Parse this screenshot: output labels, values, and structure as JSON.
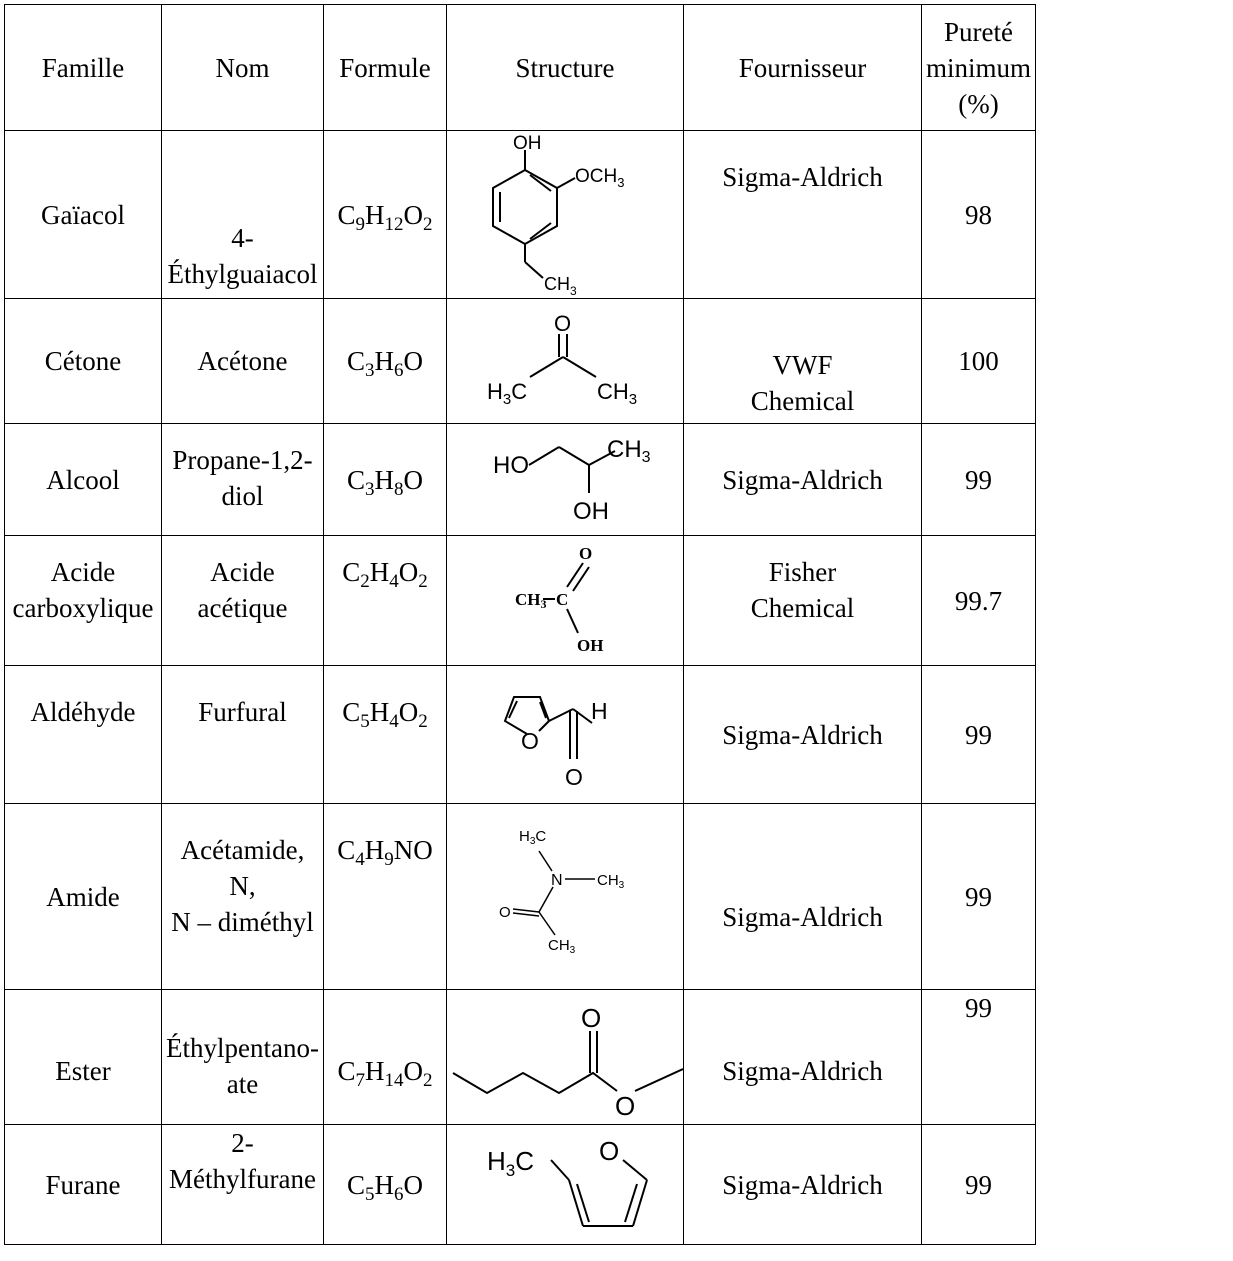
{
  "headers": {
    "famille": "Famille",
    "nom": "Nom",
    "formule": "Formule",
    "structure": "Structure",
    "fournisseur": "Fournisseur",
    "purete_1": "Pureté",
    "purete_2": "minimum",
    "purete_3": "(%)"
  },
  "rows": [
    {
      "famille": [
        "Gaïacol"
      ],
      "nom": [
        "4-",
        "Éthylguaiacol"
      ],
      "formule": [
        [
          "C",
          "9"
        ],
        [
          "H",
          "12"
        ],
        [
          "O",
          "2"
        ]
      ],
      "structure_labels": [
        "OH",
        "OCH",
        "3",
        "CH",
        "3"
      ],
      "fournisseur": [
        "Sigma-Aldrich"
      ],
      "purete": "98"
    },
    {
      "famille": [
        "Cétone"
      ],
      "nom": [
        "Acétone"
      ],
      "formule": [
        [
          "C",
          "3"
        ],
        [
          "H",
          "6"
        ],
        [
          "O",
          ""
        ]
      ],
      "structure_labels": [
        "O",
        "H",
        "3",
        "C",
        "CH",
        "3"
      ],
      "fournisseur": [
        "VWF",
        "Chemical"
      ],
      "purete": "100"
    },
    {
      "famille": [
        "Alcool"
      ],
      "nom": [
        "Propane-1,2-",
        "diol"
      ],
      "formule": [
        [
          "C",
          "3"
        ],
        [
          "H",
          "8"
        ],
        [
          "O",
          ""
        ]
      ],
      "structure_labels": [
        "HO",
        "CH",
        "3",
        "OH"
      ],
      "fournisseur": [
        "Sigma-Aldrich"
      ],
      "purete": "99"
    },
    {
      "famille": [
        "Acide",
        "carboxylique"
      ],
      "nom": [
        "Acide",
        "acétique"
      ],
      "formule": [
        [
          "C",
          "2"
        ],
        [
          "H",
          "4"
        ],
        [
          "O",
          "2"
        ]
      ],
      "structure_labels": [
        "O",
        "CH",
        "3",
        "C",
        "OH"
      ],
      "fournisseur": [
        "Fisher",
        "Chemical"
      ],
      "purete": "99.7"
    },
    {
      "famille": [
        "Aldéhyde"
      ],
      "nom": [
        "Furfural"
      ],
      "formule": [
        [
          "C",
          "5"
        ],
        [
          "H",
          "4"
        ],
        [
          "O",
          "2"
        ]
      ],
      "structure_labels": [
        "O",
        "H",
        "O"
      ],
      "fournisseur": [
        "Sigma-Aldrich"
      ],
      "purete": "99"
    },
    {
      "famille": [
        "Amide"
      ],
      "nom": [
        "Acétamide, N,",
        "N – diméthyl"
      ],
      "formule": [
        [
          "C",
          "4"
        ],
        [
          "H",
          "9"
        ],
        [
          "NO",
          ""
        ]
      ],
      "structure_labels": [
        "H",
        "3",
        "C",
        "N",
        "CH",
        "3",
        "O",
        "CH",
        "3"
      ],
      "fournisseur": [
        "Sigma-Aldrich"
      ],
      "purete": "99"
    },
    {
      "famille": [
        "Ester"
      ],
      "nom": [
        "Éthylpentano-",
        "ate"
      ],
      "formule": [
        [
          "C",
          "7"
        ],
        [
          "H",
          "14"
        ],
        [
          "O",
          "2"
        ]
      ],
      "structure_labels": [
        "O",
        "O"
      ],
      "fournisseur": [
        "Sigma-Aldrich"
      ],
      "purete": "99"
    },
    {
      "famille": [
        "Furane"
      ],
      "nom": [
        "2-",
        "Méthylfurane"
      ],
      "formule": [
        [
          "C",
          "5"
        ],
        [
          "H",
          "6"
        ],
        [
          "O",
          ""
        ]
      ],
      "structure_labels": [
        "H",
        "3",
        "C",
        "O"
      ],
      "fournisseur": [
        "Sigma-Aldrich"
      ],
      "purete": "99"
    }
  ]
}
